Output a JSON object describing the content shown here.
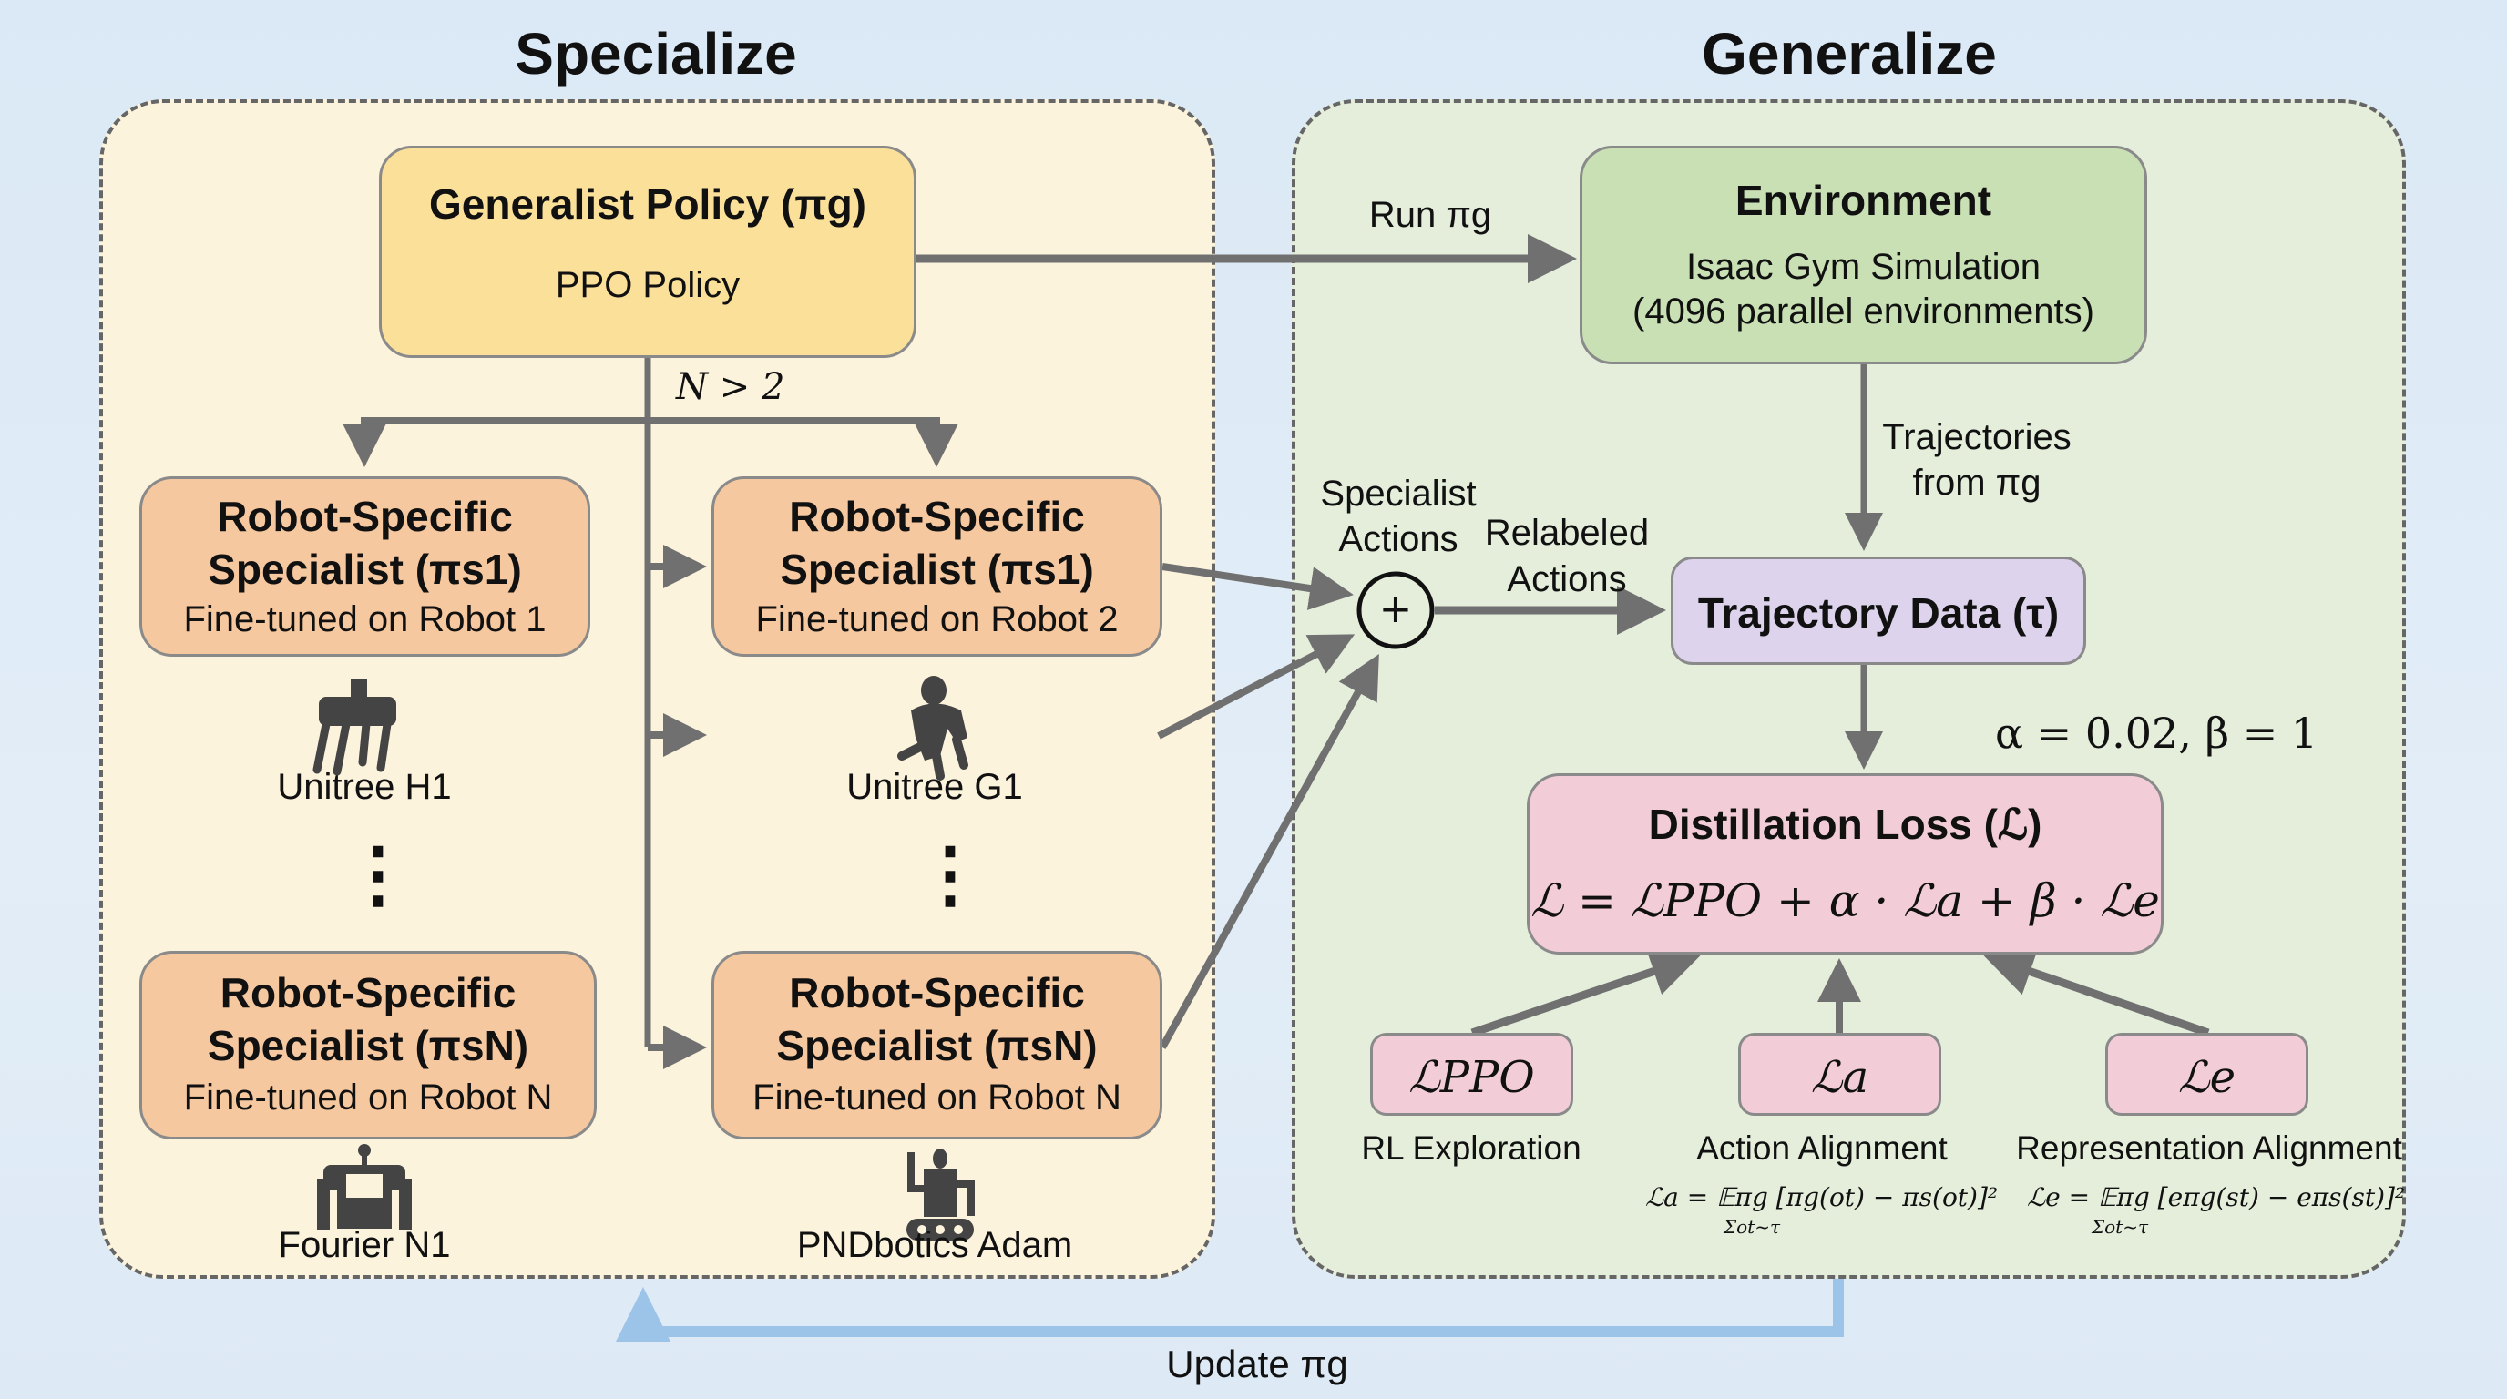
{
  "sections": {
    "specialize": "Specialize",
    "generalize": "Generalize"
  },
  "generalist": {
    "title": "Generalist Policy (πg)",
    "subtitle": "PPO Policy"
  },
  "branch_label": "N > 2",
  "specialists": [
    {
      "title_line1": "Robot-Specific",
      "title_line2": "Specialist (πs1)",
      "subtitle": "Fine-tuned on Robot 1",
      "robot_name": "Unitree H1",
      "robot_icon": "quadruped-robot-icon"
    },
    {
      "title_line1": "Robot-Specific",
      "title_line2": "Specialist (πs1)",
      "subtitle": "Fine-tuned on Robot 2",
      "robot_name": "Unitree G1",
      "robot_icon": "humanoid-crouching-robot-icon"
    },
    {
      "title_line1": "Robot-Specific",
      "title_line2": "Specialist (πsN)",
      "subtitle": "Fine-tuned on Robot N",
      "robot_name": "Fourier N1",
      "robot_icon": "boxy-robot-icon"
    },
    {
      "title_line1": "Robot-Specific",
      "title_line2": "Specialist (πsN)",
      "subtitle": "Fine-tuned on Robot N",
      "robot_name": "PNDbotics Adam",
      "robot_icon": "tracked-robot-icon"
    }
  ],
  "ellipsis": "⋮",
  "run_label": "Run πg",
  "environment": {
    "title": "Environment",
    "line1": "Isaac Gym Simulation",
    "line2": "(4096 parallel environments)"
  },
  "trajectories_label_line1": "Trajectories",
  "trajectories_label_line2": "from πg",
  "specialist_actions_line1": "Specialist",
  "specialist_actions_line2": "Actions",
  "relabeled_line1": "Relabeled",
  "relabeled_line2": "Actions",
  "plus_symbol": "+",
  "trajectory_data": "Trajectory Data (τ)",
  "hyperparams": "α = 0.02, β = 1",
  "distillation": {
    "title": "Distillation Loss (ℒ)",
    "formula": "ℒ = ℒPPO + α · ℒa + β · ℒe"
  },
  "loss_terms": [
    {
      "symbol": "ℒPPO",
      "label": "RL Exploration",
      "formula": ""
    },
    {
      "symbol": "ℒa",
      "label": "Action Alignment",
      "formula": "ℒa = 𝔼πg [πg(ot) − πs(ot)]²",
      "formula_sub": "Σot~τ"
    },
    {
      "symbol": "ℒe",
      "label": "Representation Alignment",
      "formula": "ℒe = 𝔼πg [eπg(st) − eπs(st)]²",
      "formula_sub": "Σot~τ"
    }
  ],
  "update_label": "Update πg",
  "colors": {
    "generalist": "#fbe09a",
    "specialist": "#f6c89f",
    "environment": "#c9e0b5",
    "trajectory": "#ddd3ec",
    "loss": "#f2cdd8",
    "left_panel": "#fcf3dd",
    "right_panel": "#e4eedb",
    "update_arrow": "#9cc3e8",
    "arrow": "#707070"
  }
}
